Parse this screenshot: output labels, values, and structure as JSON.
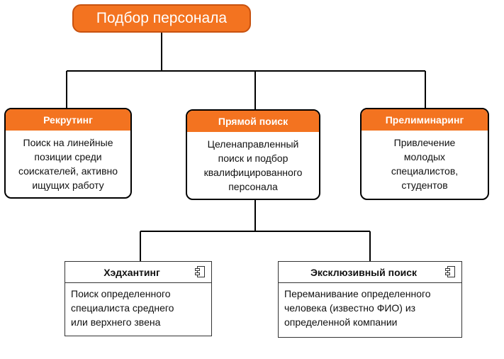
{
  "root": {
    "label": "Подбор персонала"
  },
  "branches": [
    {
      "title": "Рекрутинг",
      "desc": [
        "Поиск на линейные",
        "позиции среди",
        "соискателей, активно",
        "ищущих работу"
      ]
    },
    {
      "title": "Прямой поиск",
      "desc": [
        "Целенаправленный",
        "поиск и подбор",
        "квалифицированного",
        "персонала"
      ]
    },
    {
      "title": "Прелиминаринг",
      "desc": [
        "Привлечение",
        "молодых",
        "специалистов,",
        "студентов"
      ]
    }
  ],
  "subtypes": [
    {
      "title": "Хэдхантинг",
      "icon": "component-icon",
      "desc": [
        "Поиск определенного",
        "специалиста среднего",
        "или верхнего звена"
      ]
    },
    {
      "title": "Эксклюзивный поиск",
      "icon": "component-icon",
      "desc": [
        "Переманивание определенного",
        "человека (известно ФИО) из",
        "определенной компании"
      ]
    }
  ],
  "colors": {
    "accent": "#f37320",
    "line": "#000000"
  }
}
